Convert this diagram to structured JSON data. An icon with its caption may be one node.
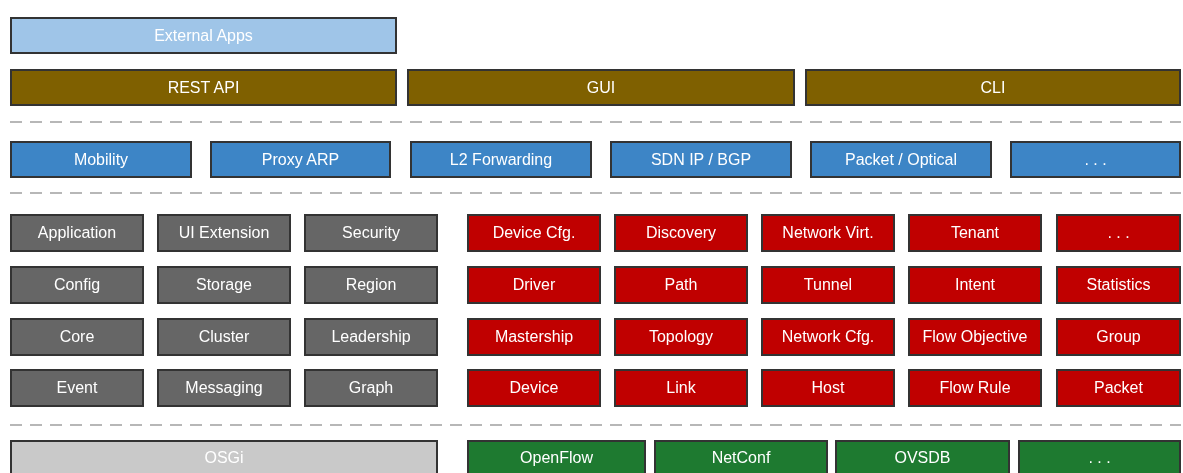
{
  "diagram": {
    "nodes": [
      {
        "text": [
          "External Apps"
        ]
      },
      {
        "text": [
          "REST API"
        ]
      },
      {
        "text": [
          "GUI"
        ]
      },
      {
        "text": [
          "CLI"
        ]
      },
      {
        "text": [
          "Mobility"
        ]
      },
      {
        "text": [
          "Proxy ARP"
        ]
      },
      {
        "text": [
          "L2 Forwarding"
        ]
      },
      {
        "text": [
          "SDN IP / BGP"
        ]
      },
      {
        "text": [
          "Packet / Optical"
        ]
      },
      {
        "text": [
          ". . ."
        ]
      },
      {
        "text": [
          "Application"
        ]
      },
      {
        "text": [
          "UI Extension"
        ]
      },
      {
        "text": [
          "Security"
        ]
      },
      {
        "text": [
          "Device Cfg."
        ]
      },
      {
        "text": [
          "Discovery"
        ]
      },
      {
        "text": [
          "Network Virt."
        ]
      },
      {
        "text": [
          "Tenant"
        ]
      },
      {
        "text": [
          ". . ."
        ]
      },
      {
        "text": [
          "Config"
        ]
      },
      {
        "text": [
          "Storage"
        ]
      },
      {
        "text": [
          "Region"
        ]
      },
      {
        "text": [
          "Driver"
        ]
      },
      {
        "text": [
          "Path"
        ]
      },
      {
        "text": [
          "Tunnel"
        ]
      },
      {
        "text": [
          "Intent"
        ]
      },
      {
        "text": [
          "Statistics"
        ]
      },
      {
        "text": [
          "Core"
        ]
      },
      {
        "text": [
          "Cluster"
        ]
      },
      {
        "text": [
          "Leadership"
        ]
      },
      {
        "text": [
          "Mastership"
        ]
      },
      {
        "text": [
          "Topology"
        ]
      },
      {
        "text": [
          "Network Cfg."
        ]
      },
      {
        "text": [
          "Flow Objective"
        ]
      },
      {
        "text": [
          "Group"
        ]
      },
      {
        "text": [
          "Event"
        ]
      },
      {
        "text": [
          "Messaging"
        ]
      },
      {
        "text": [
          "Graph"
        ]
      },
      {
        "text": [
          "Device"
        ]
      },
      {
        "text": [
          "Link"
        ]
      },
      {
        "text": [
          "Host"
        ]
      },
      {
        "text": [
          "Flow Rule"
        ]
      },
      {
        "text": [
          "Packet"
        ]
      },
      {
        "text": [
          "OSGi"
        ]
      },
      {
        "text": [
          "OpenFlow"
        ]
      },
      {
        "text": [
          "NetConf"
        ]
      },
      {
        "text": [
          "OVSDB"
        ]
      },
      {
        "text": [
          ". . ."
        ]
      }
    ]
  }
}
